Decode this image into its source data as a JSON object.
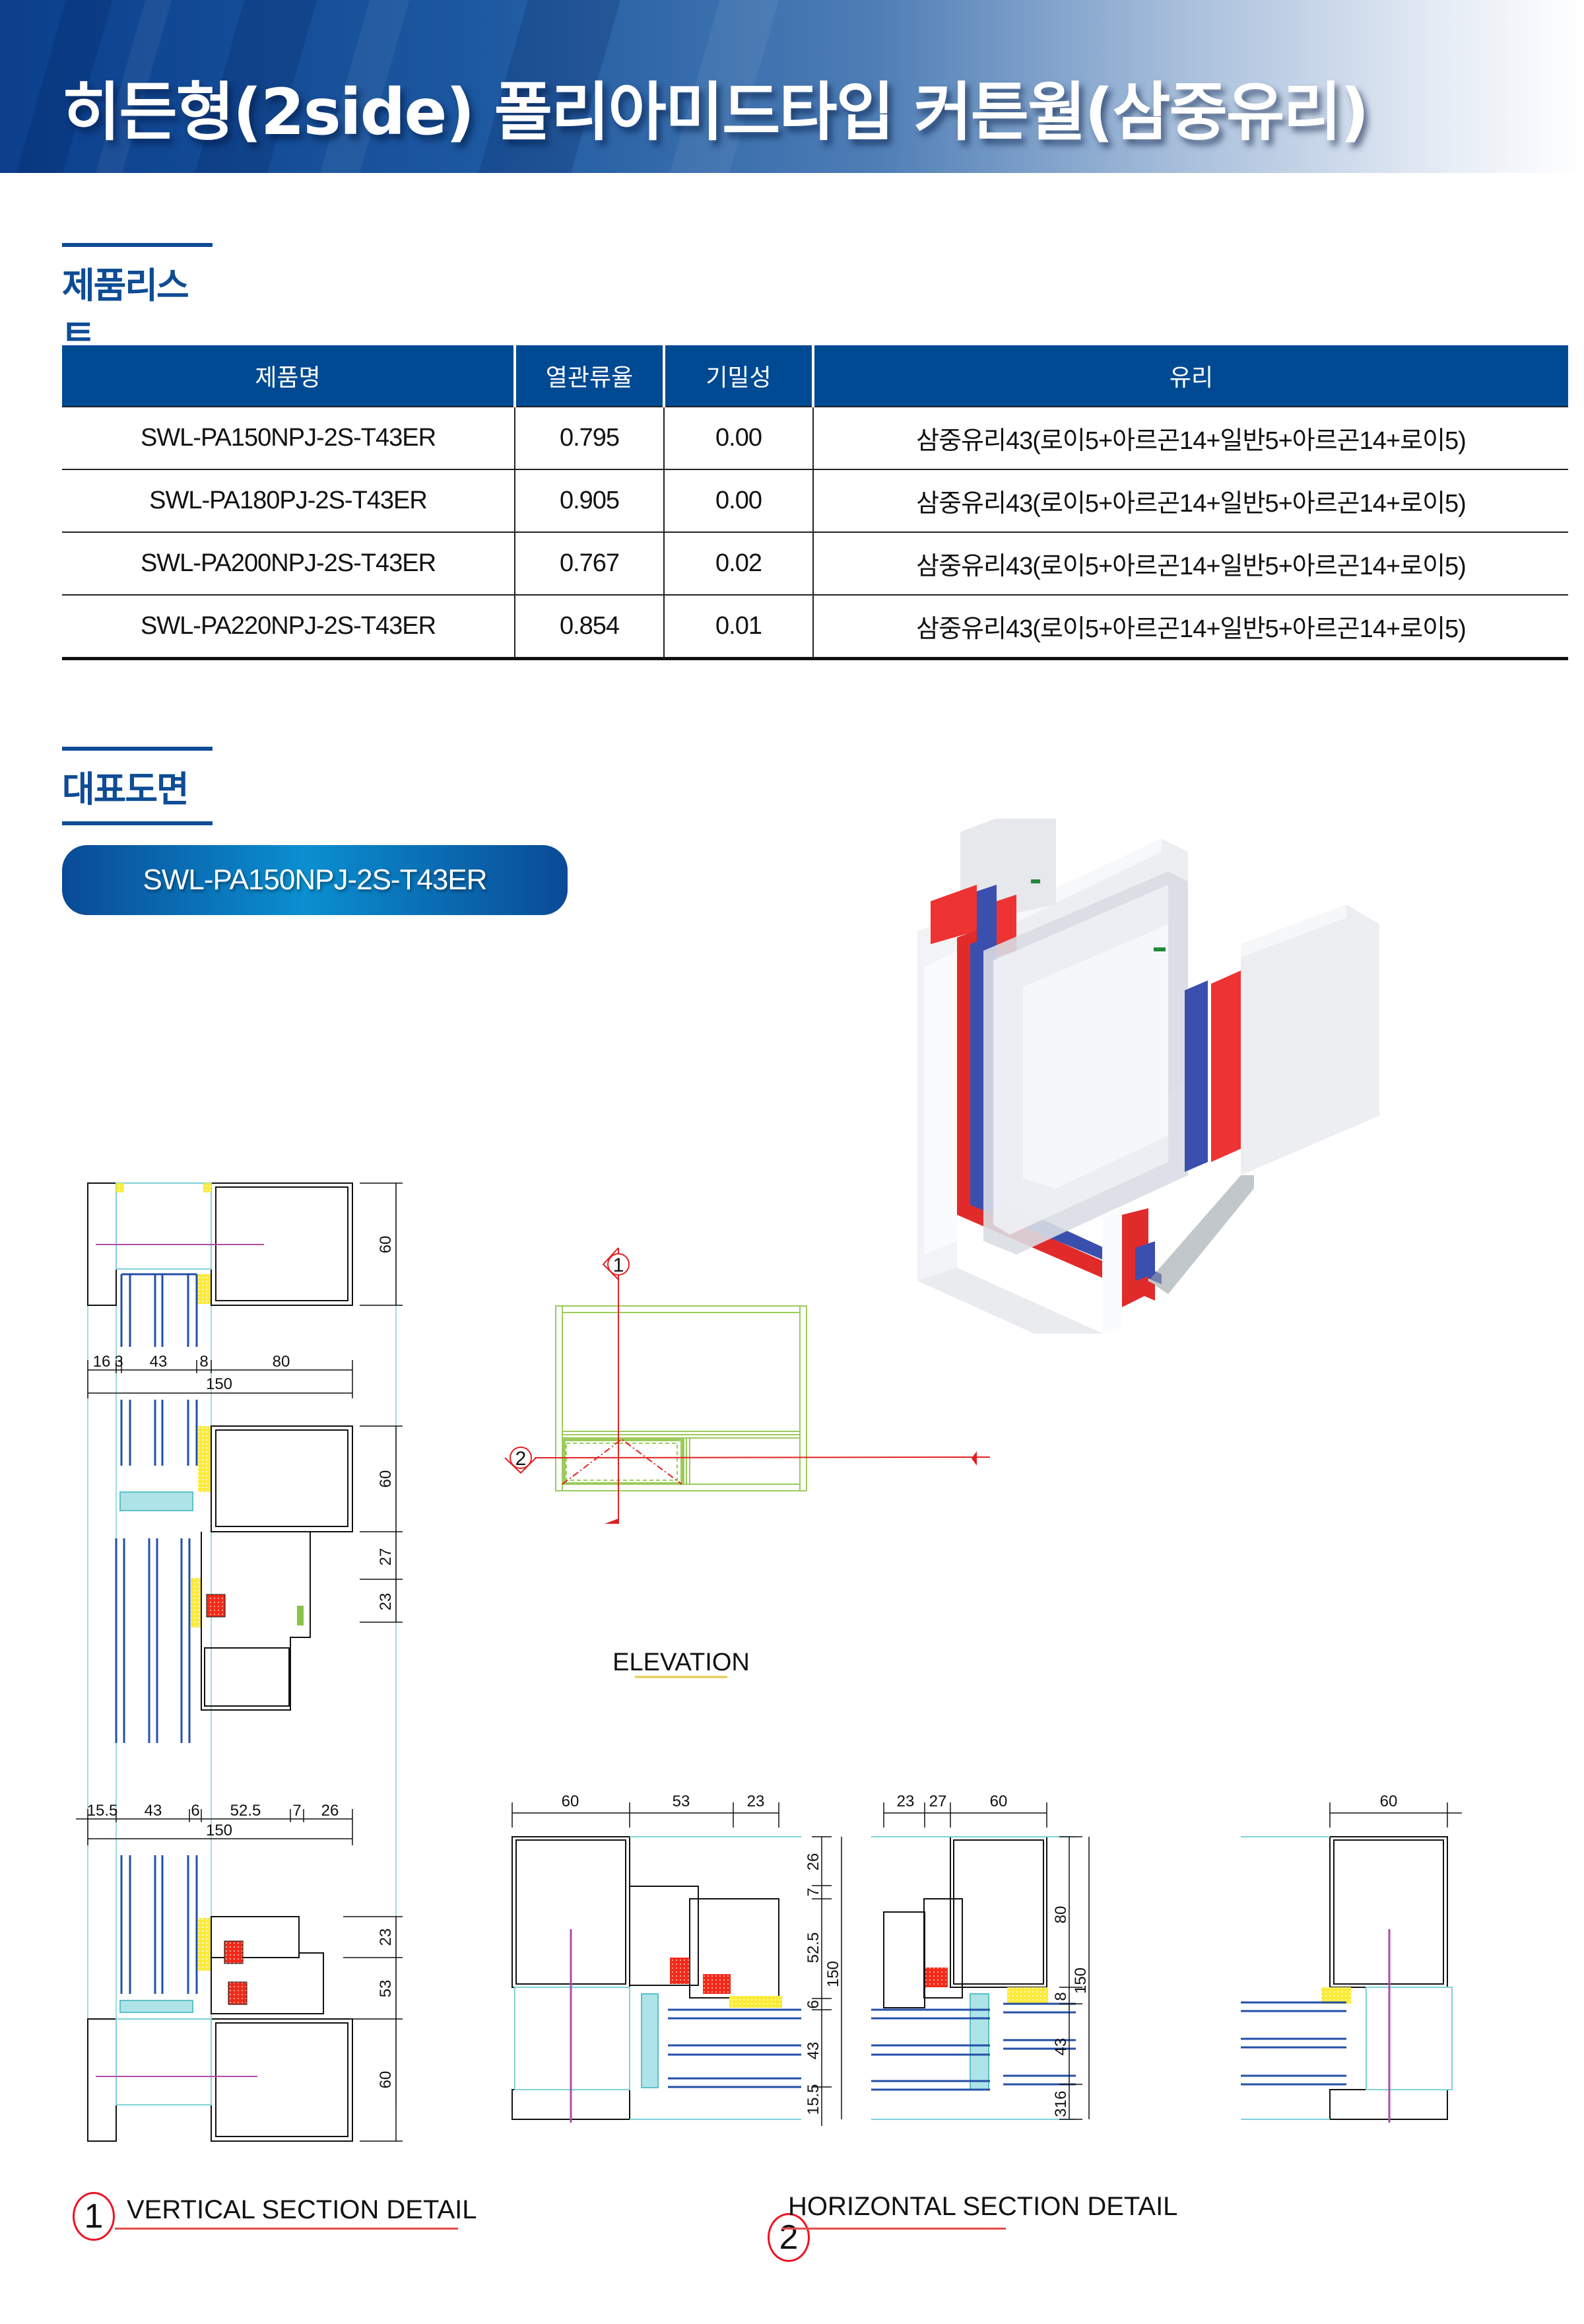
{
  "header": {
    "title": "히든형(2side) 폴리아미드타입 커튼월(삼중유리)",
    "gradient_colors": [
      "#0b3f8c",
      "#4d7db5",
      "#ffffff"
    ]
  },
  "product_list": {
    "section_title": "제품리스트",
    "columns": [
      "제품명",
      "열관류율",
      "기밀성",
      "유리"
    ],
    "header_color": "#004a93",
    "rows": [
      {
        "name": "SWL-PA150NPJ-2S-T43ER",
        "u_value": "0.795",
        "airtight": "0.00",
        "glass": "삼중유리43(로이5+아르곤14+일반5+아르곤14+로이5)"
      },
      {
        "name": "SWL-PA180PJ-2S-T43ER",
        "u_value": "0.905",
        "airtight": "0.00",
        "glass": "삼중유리43(로이5+아르곤14+일반5+아르곤14+로이5)"
      },
      {
        "name": "SWL-PA200NPJ-2S-T43ER",
        "u_value": "0.767",
        "airtight": "0.02",
        "glass": "삼중유리43(로이5+아르곤14+일반5+아르곤14+로이5)"
      },
      {
        "name": "SWL-PA220NPJ-2S-T43ER",
        "u_value": "0.854",
        "airtight": "0.01",
        "glass": "삼중유리43(로이5+아르곤14+일반5+아르곤14+로이5)"
      }
    ]
  },
  "drawings": {
    "section_title": "대표도면",
    "model_label": "SWL-PA150NPJ-2S-T43ER",
    "elevation": {
      "label": "ELEVATION",
      "marker_1": "1",
      "marker_2": "2"
    },
    "vertical_section": {
      "caption": "VERTICAL SECTION DETAIL",
      "number": "1",
      "top_dims": [
        "16",
        "3",
        "43",
        "8",
        "80"
      ],
      "top_total": "150",
      "top_height": "60",
      "mid_dims": [
        "15.5",
        "43",
        "6",
        "52.5",
        "7",
        "26"
      ],
      "mid_total": "150",
      "mid_heights": [
        "60",
        "27",
        "23"
      ],
      "bottom_heights": [
        "23",
        "53",
        "60"
      ]
    },
    "horizontal_section": {
      "caption": "HORIZONTAL SECTION DETAIL",
      "number": "2",
      "left_dims": [
        "60",
        "53",
        "23"
      ],
      "left_heights": [
        "26",
        "7",
        "52.5",
        "6",
        "43",
        "15.5"
      ],
      "left_total": "150",
      "center_dims": [
        "23",
        "27",
        "60"
      ],
      "center_heights": [
        "80",
        "8",
        "43",
        "16",
        "3"
      ],
      "center_total": "150",
      "right_dims": [
        "60"
      ]
    }
  }
}
